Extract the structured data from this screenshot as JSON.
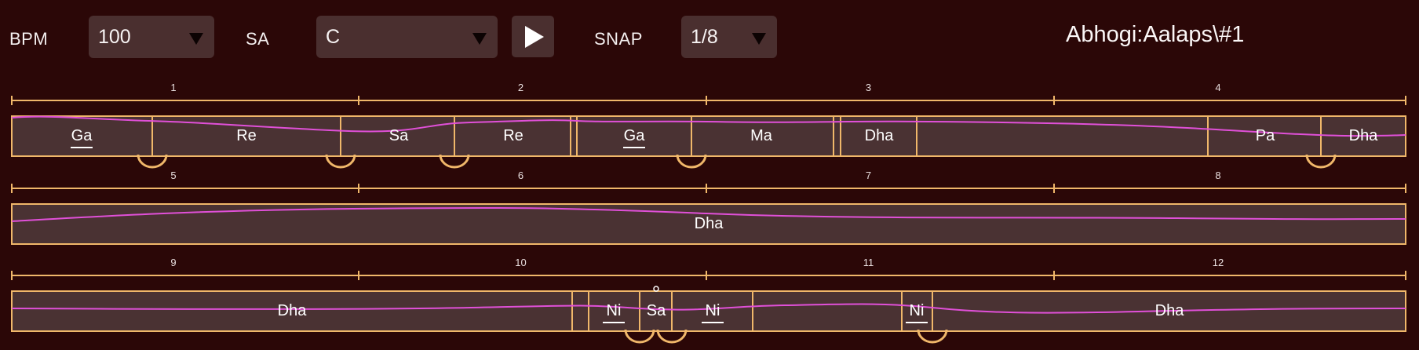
{
  "controls": {
    "bpm_label": "BPM",
    "bpm_value": "100",
    "sa_label": "SA",
    "sa_value": "C",
    "snap_label": "SNAP",
    "snap_value": "1/8",
    "title": "Abhogi:Aalaps\\#1"
  },
  "colors": {
    "background": "#2b0707",
    "note_box": "#4a3233",
    "border": "#f0b76a",
    "pitch_curve": "#e050d8"
  },
  "icons": {
    "play": "play-icon",
    "dropdown": "caret-down-icon"
  },
  "tracks": [
    {
      "measures": [
        "1",
        "2",
        "3",
        "4"
      ],
      "notes": [
        {
          "label": "Ga",
          "underline": true
        },
        {
          "label": "Re"
        },
        {
          "label": "Sa"
        },
        {
          "label": "Re"
        },
        {
          "label": ""
        },
        {
          "label": "Ga",
          "underline": true
        },
        {
          "label": "Ma"
        },
        {
          "label": ""
        },
        {
          "label": "Dha"
        },
        {
          "label": ""
        },
        {
          "label": "Pa"
        },
        {
          "label": "Dha"
        }
      ]
    },
    {
      "measures": [
        "5",
        "6",
        "7",
        "8"
      ],
      "notes": [
        {
          "label": "Dha"
        }
      ]
    },
    {
      "measures": [
        "9",
        "10",
        "11",
        "12"
      ],
      "notes": [
        {
          "label": "Dha"
        },
        {
          "label": ""
        },
        {
          "label": "Ni",
          "underline": true
        },
        {
          "label": "Sa",
          "dot_above": true
        },
        {
          "label": "Ni",
          "underline": true
        },
        {
          "label": ""
        },
        {
          "label": "Ni",
          "underline": true
        },
        {
          "label": "Dha"
        }
      ]
    }
  ]
}
